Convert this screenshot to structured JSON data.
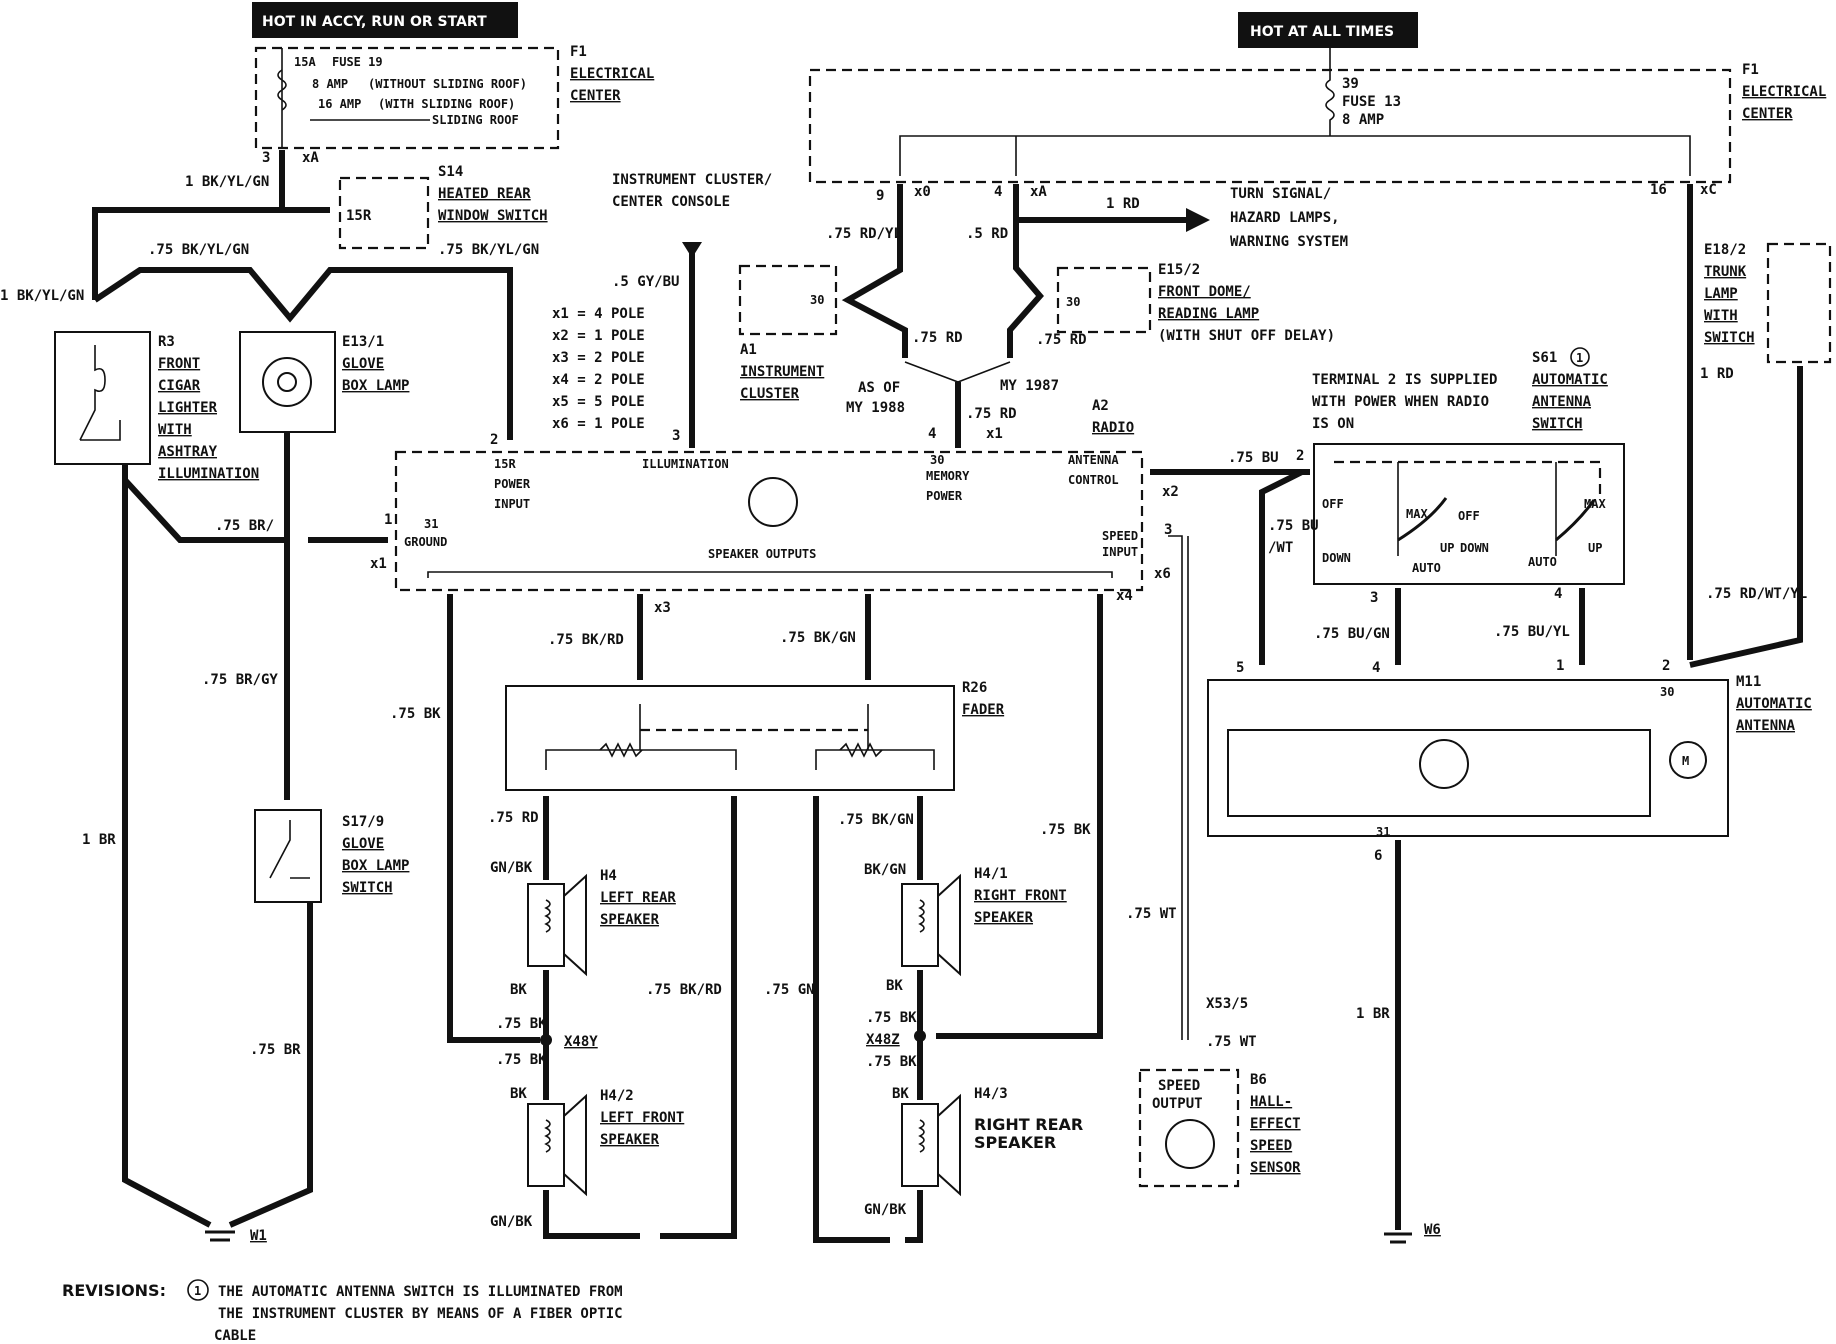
{
  "headers": {
    "hot_accy": "HOT IN ACCY, RUN OR START",
    "hot_all": "HOT AT ALL TIMES"
  },
  "components": {
    "f1_left": {
      "id": "F1",
      "name1": "ELECTRICAL",
      "name2": "CENTER"
    },
    "f1_right": {
      "id": "F1",
      "name1": "ELECTRICAL",
      "name2": "CENTER"
    },
    "fuse19": {
      "amp": "15A",
      "name": "FUSE 19",
      "l1": "8 AMP",
      "l1b": "(WITHOUT SLIDING ROOF)",
      "l2": "16 AMP",
      "l2b": "(WITH SLIDING ROOF)",
      "l3": "SLIDING ROOF"
    },
    "fuse13": {
      "num": "39",
      "name": "FUSE 13",
      "amp": "8 AMP"
    },
    "s14": {
      "id": "S14",
      "n1": "HEATED REAR",
      "n2": "WINDOW SWITCH",
      "pin": "15R"
    },
    "r3": {
      "id": "R3",
      "n1": "FRONT",
      "n2": "CIGAR",
      "n3": "LIGHTER",
      "n4": "WITH",
      "n5": "ASHTRAY",
      "n6": "ILLUMINATION"
    },
    "e13": {
      "id": "E13/1",
      "n1": "GLOVE",
      "n2": "BOX LAMP"
    },
    "s17": {
      "id": "S17/9",
      "n1": "GLOVE",
      "n2": "BOX LAMP",
      "n3": "SWITCH"
    },
    "a1": {
      "id": "A1",
      "n1": "INSTRUMENT",
      "n2": "CLUSTER",
      "pin": "30"
    },
    "e15": {
      "id": "E15/2",
      "n1": "FRONT DOME/",
      "n2": "READING LAMP",
      "n3": "(WITH SHUT OFF DELAY)",
      "pin": "30"
    },
    "e18": {
      "id": "E18/2",
      "n1": "TRUNK",
      "n2": "LAMP",
      "n3": "WITH",
      "n4": "SWITCH"
    },
    "a2": {
      "id": "A2",
      "name": "RADIO",
      "power_pin": "15R",
      "power1": "POWER",
      "power2": "INPUT",
      "illum": "ILLUMINATION",
      "mem_pin": "30",
      "mem1": "MEMORY",
      "mem2": "POWER",
      "ant1": "ANTENNA",
      "ant2": "CONTROL",
      "gnd_pin": "31",
      "gnd": "GROUND",
      "spd1": "SPEED",
      "spd2": "INPUT",
      "spk": "SPEAKER OUTPUTS"
    },
    "s61": {
      "id": "S61",
      "mark": "1",
      "n1": "AUTOMATIC",
      "n2": "ANTENNA",
      "n3": "SWITCH",
      "off1": "OFF",
      "down1": "DOWN",
      "max1": "MAX",
      "auto1": "AUTO",
      "up1": "UP",
      "off2": "OFF",
      "down2": "DOWN",
      "auto2": "AUTO",
      "max2": "MAX",
      "up2": "UP"
    },
    "terminal_note": {
      "l1": "TERMINAL 2 IS SUPPLIED",
      "l2": "WITH POWER WHEN RADIO",
      "l3": "IS ON"
    },
    "m11": {
      "id": "M11",
      "n1": "AUTOMATIC",
      "n2": "ANTENNA",
      "motor": "M",
      "pin30": "30",
      "pin31": "31"
    },
    "r26": {
      "id": "R26",
      "name": "FADER"
    },
    "h4": {
      "id": "H4",
      "n1": "LEFT REAR",
      "n2": "SPEAKER"
    },
    "h41": {
      "id": "H4/1",
      "n1": "RIGHT FRONT",
      "n2": "SPEAKER"
    },
    "h42": {
      "id": "H4/2",
      "n1": "LEFT FRONT",
      "n2": "SPEAKER"
    },
    "h43": {
      "id": "H4/3",
      "n1": "RIGHT REAR",
      "n2": "SPEAKER"
    },
    "b6": {
      "id": "B6",
      "n1": "HALL-",
      "n2": "EFFECT",
      "n3": "SPEED",
      "n4": "SENSOR",
      "o1": "SPEED",
      "o2": "OUTPUT"
    },
    "w1": "W1",
    "w6": "W6",
    "x48y": "X48Y",
    "x48z": "X48Z",
    "x53": "X53/5"
  },
  "labels": {
    "instrument_center": {
      "l1": "INSTRUMENT CLUSTER/",
      "l2": "CENTER CONSOLE"
    },
    "turn_signal": {
      "l1": "TURN SIGNAL/",
      "l2": "HAZARD LAMPS,",
      "l3": "WARNING SYSTEM"
    },
    "poles": [
      "x1 = 4 POLE",
      "x2 = 1 POLE",
      "x3 = 2 POLE",
      "x4 = 2 POLE",
      "x5 = 5 POLE",
      "x6 = 1 POLE"
    ],
    "asof1988": {
      "l1": "AS OF",
      "l2": "MY 1988"
    },
    "my1987": "MY 1987"
  },
  "wires": {
    "bk_yl_gn_1": "1 BK/YL/GN",
    "bk_yl_gn_1b": "1 BK/YL/GN",
    "bk_yl_gn_75a": ".75 BK/YL/GN",
    "bk_yl_gn_75b": ".75 BK/YL/GN",
    "gy_bu": ".5 GY/BU",
    "rd_yl": ".75 RD/YL",
    "rd_5": ".5 RD",
    "rd_1": "1 RD",
    "rd_75a": ".75 RD",
    "rd_75b": ".75 RD",
    "rd_75c": ".75 RD",
    "br_75": ".75 BR/",
    "br_gy": ".75 BR/GY",
    "br_1": "1 BR",
    "br_75b": ".75 BR",
    "bk_75": ".75 BK",
    "bk_rd": ".75 BK/RD",
    "bk_gn": ".75 BK/GN",
    "rd_75d": ".75 RD",
    "bk_gn2": ".75 BK/GN",
    "bk_75r": ".75 BK",
    "gnbk1": "GN/BK",
    "bkgn1": "BK/GN",
    "bk1": "BK",
    "bk2": "BK",
    "bk_75x1": ".75 BK",
    "bk_75x2": ".75 BK",
    "bk_75x3": ".75 BK",
    "bk_75x4": ".75 BK",
    "bk3": "BK",
    "bk4": "BK",
    "gnbk2": "GN/BK",
    "gnbk3": "GN/BK",
    "bk_rd2": ".75 BK/RD",
    "gn_75": ".75 GN",
    "wt_75a": ".75 WT",
    "wt_75b": ".75 WT",
    "bu_75": ".75 BU",
    "bu_wt": ".75 BU",
    "bu_wt2": "/WT",
    "bu_gn": ".75 BU/GN",
    "bu_yl": ".75 BU/YL",
    "rd_wt_yl": ".75 RD/WT/YL",
    "rd_1b": "1 RD",
    "br_1b": "1 BR"
  },
  "connectors": {
    "p3": "3",
    "xA": "xA",
    "p9": "9",
    "x0": "x0",
    "p4": "4",
    "xA2": "xA",
    "p16": "16",
    "xC": "xC",
    "p2": "2",
    "p3b": "3",
    "p4b": "4",
    "x1a": "x1",
    "p1": "1",
    "x1b": "x1",
    "p2b": "2",
    "x2": "x2",
    "p3c": "3",
    "x6": "x6",
    "x3": "x3",
    "x4": "x4",
    "p3d": "3",
    "p4c": "4",
    "p5": "5",
    "p4d": "4",
    "p1b": "1",
    "p2c": "2",
    "p6": "6"
  },
  "revisions": {
    "label": "REVISIONS:",
    "mark": "1",
    "l1": "THE AUTOMATIC ANTENNA SWITCH IS ILLUMINATED FROM",
    "l2": "THE INSTRUMENT CLUSTER BY MEANS OF A FIBER OPTIC",
    "l3": "CABLE"
  }
}
